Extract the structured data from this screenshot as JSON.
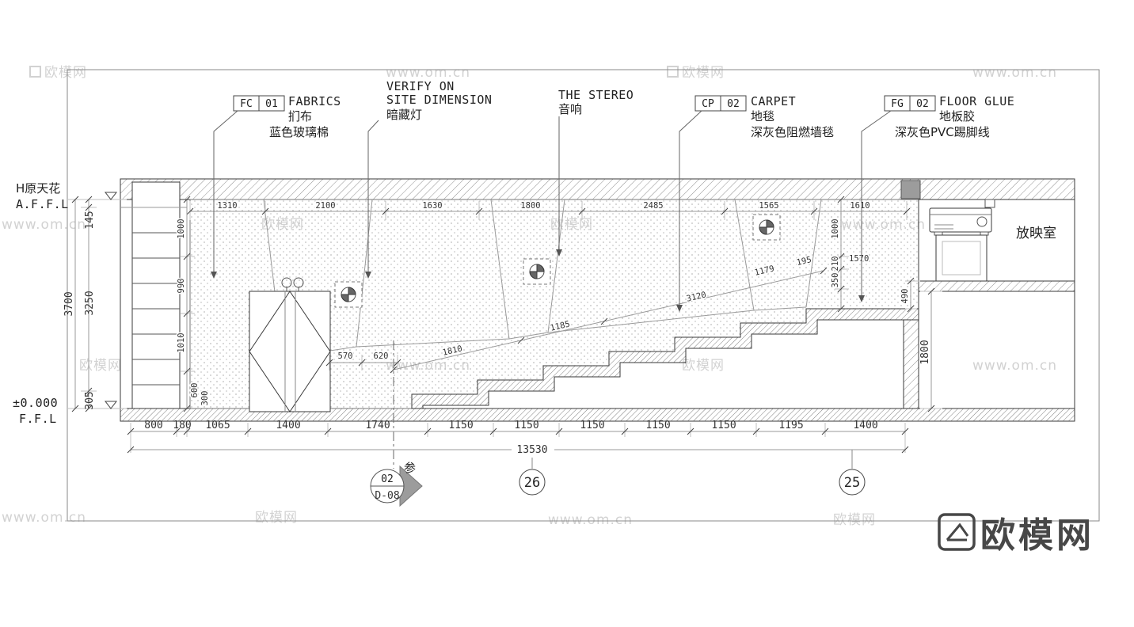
{
  "colors": {
    "line": "#3a3a3a",
    "dim_text": "#333333",
    "watermark": "#d2d2d2",
    "logo": "#474747"
  },
  "watermark": {
    "site": "欧模网",
    "url": "www.om.cn"
  },
  "logo": {
    "text": "欧模网"
  },
  "callouts": {
    "fc": {
      "code": "FC",
      "num": "01",
      "title": "FABRICS",
      "cn": "扪布",
      "spec": "蓝色玻璃棉"
    },
    "verify": {
      "line1": "VERIFY ON",
      "line2": "SITE DIMENSION",
      "cn": "暗藏灯"
    },
    "stereo": {
      "title": "THE STEREO",
      "cn": "音响"
    },
    "cp": {
      "code": "CP",
      "num": "02",
      "title": "CARPET",
      "cn": "地毯",
      "spec": "深灰色阻燃墙毯"
    },
    "fg": {
      "code": "FG",
      "num": "02",
      "title": "FLOOR GLUE",
      "cn": "地板胶",
      "spec": "深灰色PVC踢脚线"
    }
  },
  "levels": {
    "ceiling_cn": "H原天花",
    "ceiling_en": "A.F.F.L",
    "floor_val": "±0.000",
    "floor_en": "F.F.L"
  },
  "room": {
    "name": "放映室"
  },
  "markers": {
    "grid_a": "26",
    "grid_b": "25",
    "ref_num": "02",
    "ref_sheet": "D-08",
    "ref_note": "参"
  },
  "dims": {
    "top": [
      "1310",
      "2100",
      "1630",
      "1800",
      "2485",
      "1565",
      "1610"
    ],
    "bottom": [
      "800",
      "180",
      "1065",
      "1400",
      "1740",
      "1150",
      "1150",
      "1150",
      "1150",
      "1150",
      "1195",
      "1400"
    ],
    "total": "13530",
    "left_outer": [
      "3700"
    ],
    "left_col": [
      "145",
      "3250",
      "305"
    ],
    "left_wall": [
      "1000",
      "990",
      "1010",
      "600",
      "300"
    ],
    "right_wall": [
      "1000",
      "210",
      "350"
    ],
    "right_outer": [
      "490",
      "1800"
    ],
    "slope": [
      "1810",
      "1185",
      "3120"
    ],
    "slope_small": [
      "1179",
      "195",
      "1570"
    ],
    "step": [
      "570",
      "620"
    ]
  }
}
